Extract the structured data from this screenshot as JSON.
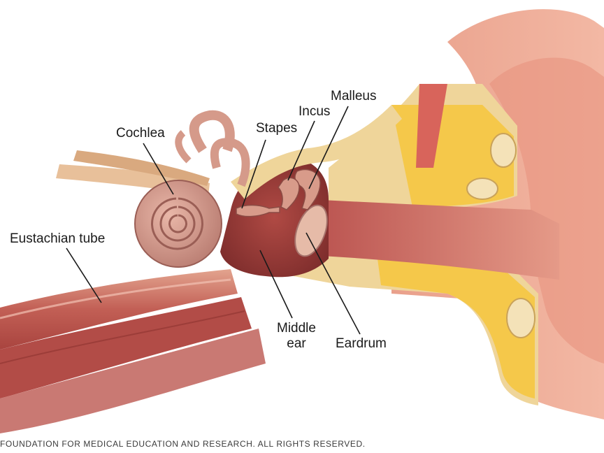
{
  "labels": {
    "cochlea": "Cochlea",
    "stapes": "Stapes",
    "incus": "Incus",
    "malleus": "Malleus",
    "eustachian_tube": "Eustachian tube",
    "middle_ear_line1": "Middle",
    "middle_ear_line2": "ear",
    "eardrum": "Eardrum"
  },
  "copyright": "FOUNDATION FOR MEDICAL EDUCATION AND RESEARCH. ALL RIGHTS RESERVED.",
  "colors": {
    "tissue": "#d9857a",
    "tissue_dark": "#b85550",
    "bone": "#f1d999",
    "marrow": "#f5c84a",
    "cartilage": "#f0aa94",
    "leader": "#1a1a1a"
  }
}
